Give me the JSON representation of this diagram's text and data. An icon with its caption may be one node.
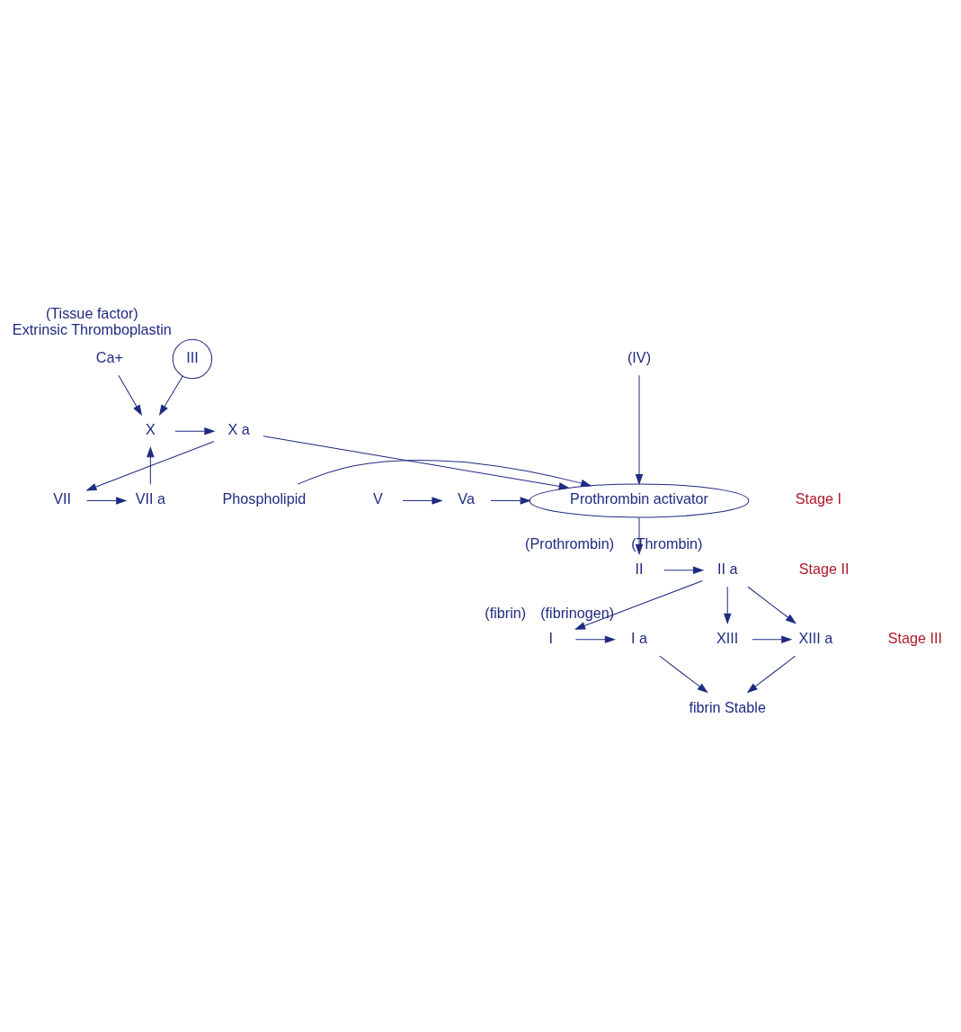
{
  "diagram": {
    "nodes": [
      {
        "text": [
          "III"
        ],
        "beside": [
          "(Tissue factor)",
          "Extrinsic Thromboplastin"
        ]
      },
      {
        "text": [
          "VII a"
        ]
      },
      {
        "text": [
          "VII"
        ]
      },
      {
        "text": [
          "X"
        ]
      },
      {
        "text": [
          "X a"
        ]
      },
      {
        "text": [
          "Ca+"
        ]
      },
      {
        "text": [
          "(IV)"
        ]
      },
      {
        "text": [
          "Phospholipid"
        ]
      },
      {
        "text": [
          "Prothrombin activator"
        ]
      },
      {
        "text": [
          "Va"
        ]
      },
      {
        "text": [
          "V"
        ]
      },
      {
        "text": [
          "II"
        ],
        "beside": [
          "(Prothrombin)"
        ]
      },
      {
        "text": [
          "II a"
        ],
        "beside": [
          "(Thrombin)"
        ]
      },
      {
        "text": [
          "I"
        ],
        "beside": [
          "(fibrin)"
        ]
      },
      {
        "text": [
          "I a"
        ],
        "beside": [
          "(fibrinogen)"
        ]
      },
      {
        "text": [
          "XIII"
        ]
      },
      {
        "text": [
          "XIII a"
        ]
      },
      {
        "text": [
          "fibrin Stable"
        ]
      }
    ],
    "edges": [
      {
        "from": 2,
        "to": 1,
        "arrow": "to"
      },
      {
        "from": 0,
        "to": 3,
        "arrow": "to"
      },
      {
        "from": 1,
        "to": 3,
        "arrow": "to"
      },
      {
        "from": 4,
        "to": 2,
        "arrow": "to"
      },
      {
        "from": 3,
        "to": 4,
        "arrow": "to"
      },
      {
        "from": 5,
        "to": 3,
        "arrow": "to"
      },
      {
        "from": 6,
        "to": 8,
        "arrow": "to"
      },
      {
        "from": 4,
        "to": 8,
        "arrow": "to"
      },
      {
        "from": 7,
        "to": 8,
        "arrow": "to"
      },
      {
        "from": 10,
        "to": 9,
        "arrow": "to"
      },
      {
        "from": 9,
        "to": 8,
        "arrow": "to"
      },
      {
        "from": 8,
        "to": 11,
        "arrow": "to"
      },
      {
        "from": 11,
        "to": 12,
        "arrow": "to"
      },
      {
        "from": 12,
        "to": 13,
        "arrow": "to"
      },
      {
        "from": 12,
        "to": 15,
        "arrow": "to"
      },
      {
        "from": 12,
        "to": 16,
        "arrow": "to"
      },
      {
        "from": 13,
        "to": 14,
        "arrow": "to"
      },
      {
        "from": 15,
        "to": 16,
        "arrow": "to"
      },
      {
        "from": 16,
        "to": 17,
        "arrow": "to"
      },
      {
        "from": 14,
        "to": 17,
        "arrow": "to"
      }
    ],
    "labels": [
      "Stage I",
      "Stage II",
      "Stage III"
    ]
  }
}
